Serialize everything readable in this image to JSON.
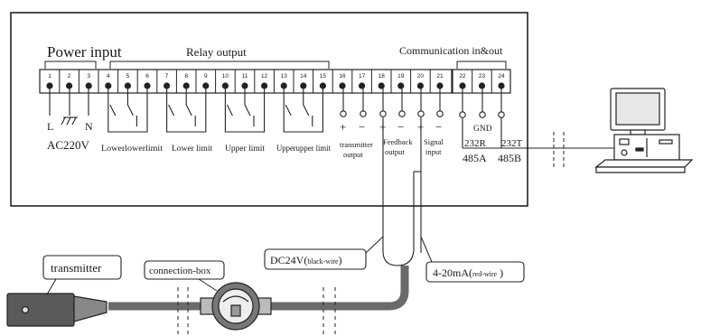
{
  "panel": {
    "power_title": "Power input",
    "relay_title": "Relay output",
    "comm_title": "Communication in&out",
    "terminal_numbers": [
      "1",
      "2",
      "3",
      "4",
      "5",
      "6",
      "7",
      "8",
      "9",
      "10",
      "11",
      "12",
      "13",
      "14",
      "15",
      "16",
      "17",
      "18",
      "19",
      "20",
      "21",
      "22",
      "23",
      "24"
    ],
    "power_labels": {
      "l": "L",
      "n": "N",
      "voltage": "AC220V"
    },
    "relay_labels": [
      "Lowerlowerlimit",
      "Lower limit",
      "Upper limit",
      "Upperupper limit"
    ],
    "polarity": {
      "plus": "+",
      "minus": "−"
    },
    "transmitter_output": [
      "transmitter",
      "output"
    ],
    "feedback_output": [
      "Feedback",
      "output"
    ],
    "signal_input": [
      "Signal",
      "input"
    ],
    "comm_labels": {
      "r232": "232R",
      "t232": "232T",
      "gnd": "GND",
      "a485": "485A",
      "b485": "485B"
    }
  },
  "callouts": {
    "transmitter": "transmitter",
    "connection_box": "connection-box",
    "dc24v_main": "DC24V(",
    "dc24v_small": "black-wire",
    "dc24v_close": ")",
    "ma_main": "4-20mA(",
    "ma_small": "red-wire",
    "ma_close": " )"
  },
  "icons": {
    "computer": "computer-icon",
    "transmitter": "transmitter-probe-icon",
    "connection_box": "connection-box-icon"
  }
}
